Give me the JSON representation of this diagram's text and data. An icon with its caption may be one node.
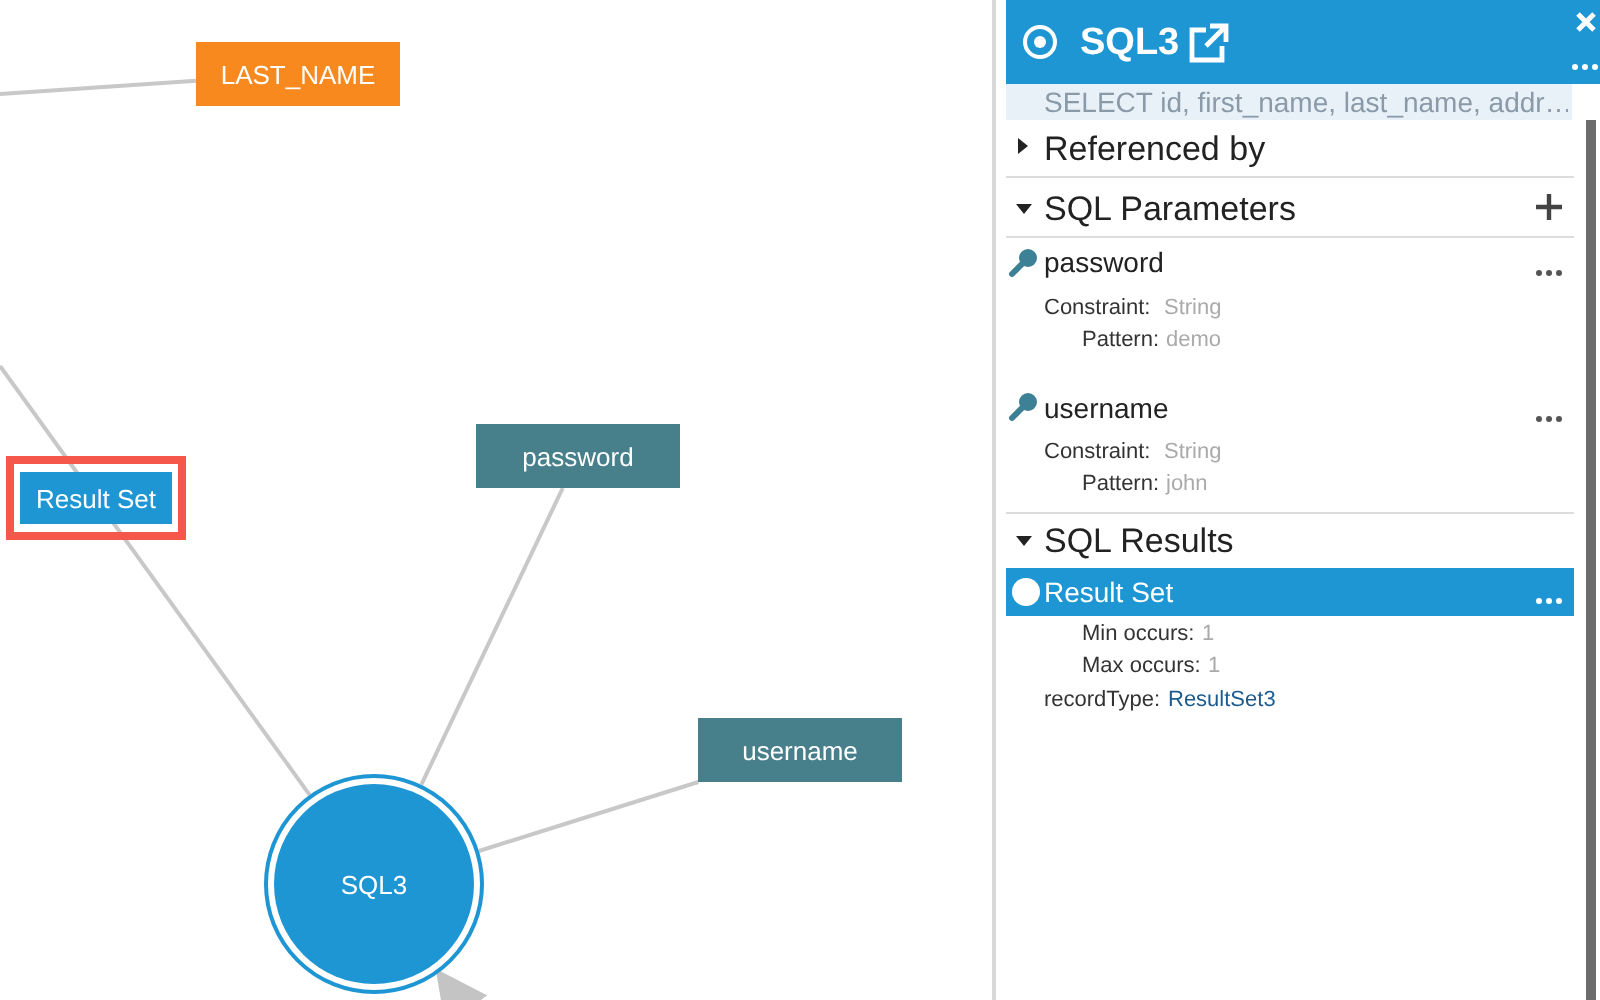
{
  "diagram": {
    "nodes": [
      {
        "text": [
          "LAST_NAME"
        ]
      },
      {
        "text": [
          "password"
        ]
      },
      {
        "text": [
          "Result Set"
        ]
      },
      {
        "text": [
          "username"
        ]
      },
      {
        "text": [
          "SQL3"
        ]
      }
    ],
    "edges": [
      {
        "from": null,
        "to": 0,
        "arrow": "none"
      },
      {
        "from": null,
        "to": 4,
        "arrow": "none"
      },
      {
        "from": 1,
        "to": 4,
        "arrow": "none"
      },
      {
        "from": 3,
        "to": 4,
        "arrow": "none"
      },
      {
        "from": null,
        "to": 4,
        "arrow": "to"
      }
    ],
    "labels": [
      "SQL3",
      "SELECT id, first_name, last_name, addr…",
      "Referenced by",
      "SQL Parameters",
      "password",
      "Constraint:",
      "String",
      "Pattern:",
      "demo",
      "username",
      "Constraint:",
      "String",
      "Pattern:",
      "john",
      "SQL Results",
      "Result Set",
      "Min occurs:",
      "1",
      "Max occurs:",
      "1",
      "recordType:",
      "ResultSet3"
    ]
  }
}
